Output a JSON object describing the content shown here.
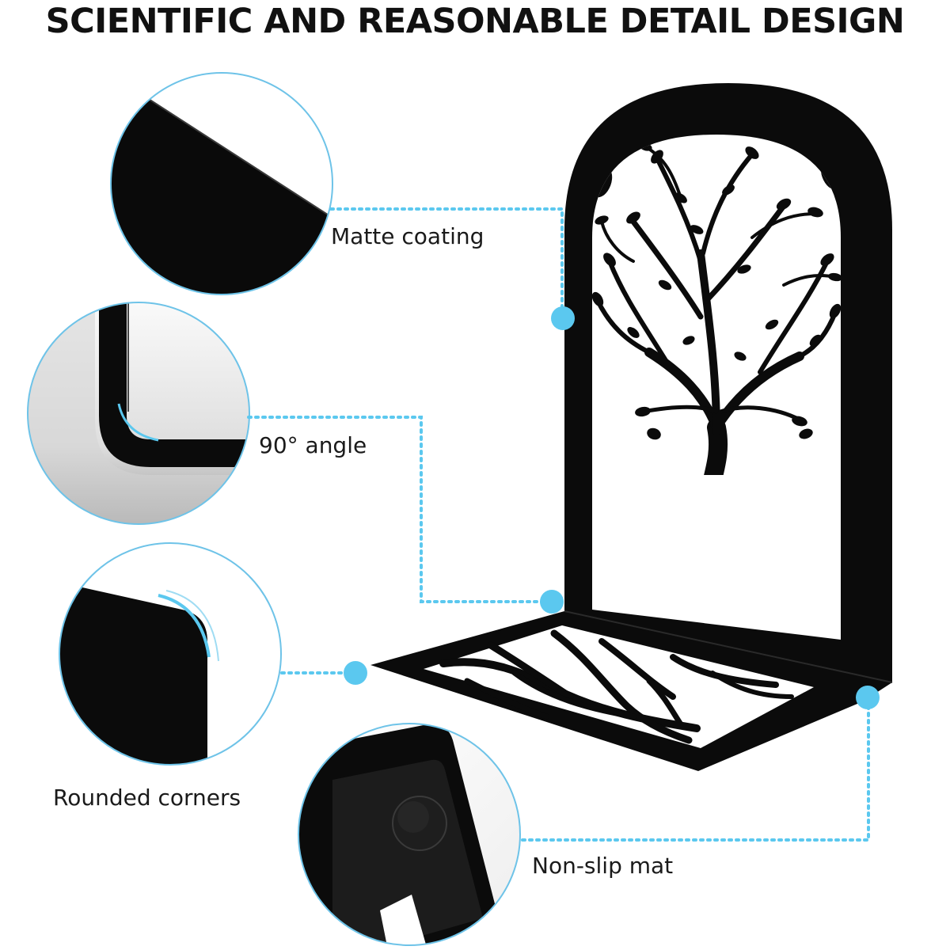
{
  "title": "SCIENTIFIC AND REASONABLE DETAIL DESIGN",
  "features": [
    {
      "label": "Matte coating"
    },
    {
      "label": "90° angle"
    },
    {
      "label": "Rounded corners"
    },
    {
      "label": "Non-slip mat"
    }
  ],
  "colors": {
    "accent": "#5bc8ef",
    "ring": "#6ec3e8",
    "metal": "#0b0b0b",
    "text": "#1a1a1a"
  },
  "icons": [
    "tree-of-life-cutout",
    "branch-cutout-base"
  ]
}
